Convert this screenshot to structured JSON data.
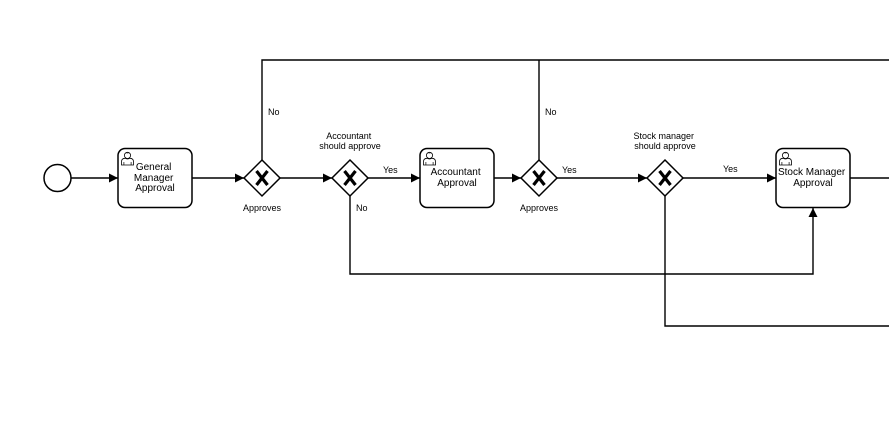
{
  "diagram": {
    "tasks": {
      "general_manager": [
        "General",
        "Manager",
        "Approval"
      ],
      "accountant": [
        "Accountant",
        "Approval"
      ],
      "stock_manager": [
        "Stock Manager",
        "Approval"
      ]
    },
    "gateways": {
      "gm_decision": {
        "label": "Approves",
        "marker": "exclusive-x"
      },
      "accountant_check": {
        "label": [
          "Accountant",
          "should approve"
        ],
        "marker": "exclusive-x"
      },
      "accountant_decision": {
        "label": "Approves",
        "marker": "exclusive-x"
      },
      "stock_check": {
        "label": [
          "Stock manager",
          "should approve"
        ],
        "marker": "exclusive-x"
      }
    },
    "flow_labels": {
      "gm_no": "No",
      "acc_check_yes": "Yes",
      "acc_check_no": "No",
      "acc_decision_yes": "Yes",
      "acc_decision_no": "No",
      "stock_check_yes": "Yes"
    },
    "icons": {
      "task_type": "user-task-icon",
      "start": "start-event-circle"
    },
    "colors": {
      "stroke": "#000000",
      "fill": "#ffffff"
    }
  }
}
